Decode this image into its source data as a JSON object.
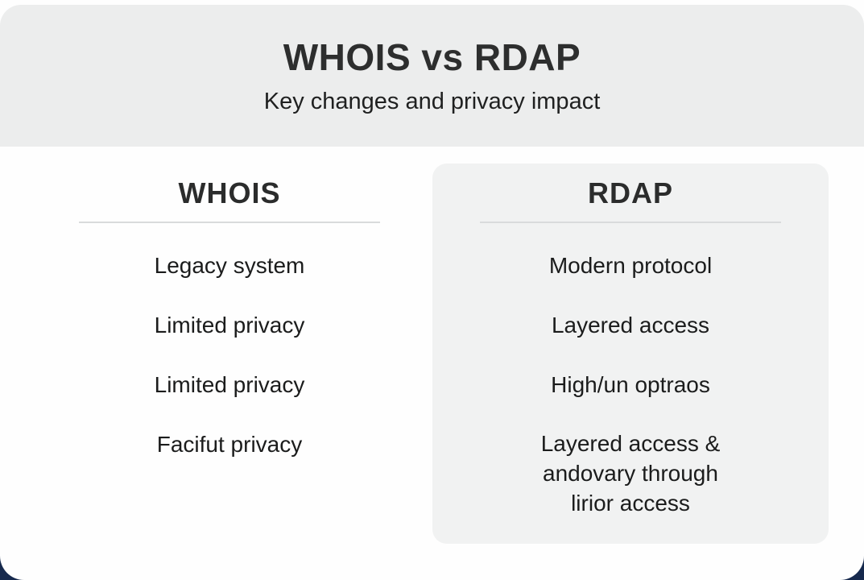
{
  "header": {
    "title": "WHOIS vs RDAP",
    "subtitle": "Key changes and privacy impact"
  },
  "columns": [
    {
      "heading": "WHOIS",
      "rows": [
        "Legacy system",
        "Limited privacy",
        "Limited privacy",
        "Facifut privacy"
      ]
    },
    {
      "heading": "RDAP",
      "rows": [
        "Modern protocol",
        "Layered access",
        "High/un optraos",
        "Layered access &\nandovary through\nlirior access"
      ]
    }
  ],
  "colors": {
    "background_navy": "#16294d",
    "card_white": "#fefefe",
    "header_gray": "#eceded",
    "rdap_card_gray": "#f1f2f2",
    "divider_gray": "#d9dbdc",
    "title_text": "#2d2e2e",
    "body_text": "#1b1c1c"
  }
}
